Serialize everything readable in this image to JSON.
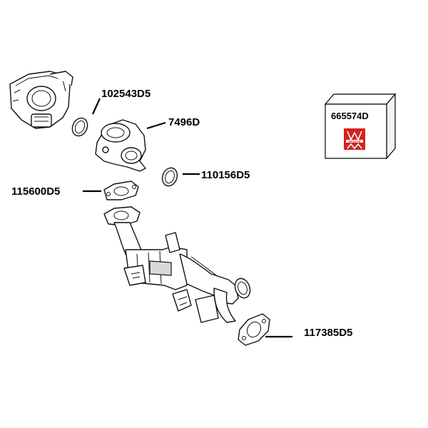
{
  "parts": [
    {
      "id": "egr-valve",
      "label": "7496D"
    },
    {
      "id": "oring-top",
      "label": "102543D5"
    },
    {
      "id": "oring-right",
      "label": "110156D5"
    },
    {
      "id": "gasket-left",
      "label": "115600D5"
    },
    {
      "id": "gasket-bottom",
      "label": "117385D5"
    }
  ],
  "kit": {
    "label": "665574D",
    "brand": "WAHLER",
    "brand_color": "#d0241c"
  }
}
